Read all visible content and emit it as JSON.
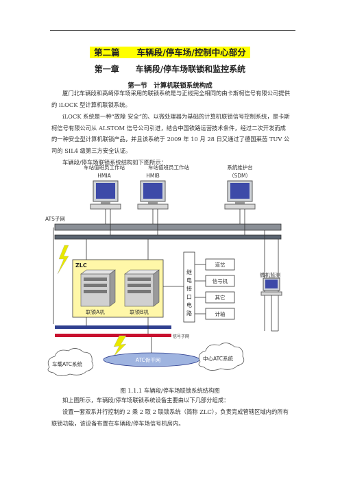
{
  "header": {
    "part_title": "第二篇　　车辆段/停车场/控制中心部分",
    "chapter_title": "第一章　　车辆段/停车场联锁和监控系统",
    "section_title": "第一节　计算机联锁系统构成"
  },
  "paragraphs": {
    "p1": "厦门北车辆段和高崎停车场采用的联锁系统是与正线完全相同的由卡斯柯信号有限公司提供的 iLOCK 型计算机联锁系统。",
    "p2": "iLOCK 系统是一种“故障 安全”的、以微处理器为基础的计算机联锁信号控制系统，是卡斯柯信号有限公司从 ALSTOM 信号公司引进，结合中国铁路运营技术条件，经过二次开发而成的一种安全型计算机联锁产品，并且该系统于 2009 年 10 月 28 日又通过了德国莱茵 TUV 公司的 SIL4 级第三方安全认证。",
    "p3": "车辆段/停车场联锁系统结构如下图所示：",
    "p4": "如上图所示，车辆段/停车场联锁系统设备主要由以下几部分组成：",
    "p5": "设置一套双系并行控制的 2 乘 2 取 2 联锁系统（简称 ZLC），负责完成管辖区域内的所有联锁功能，该设备布置在车辆段/停车场信号机房内。"
  },
  "diagram": {
    "ws_a_title": "车站值班员工作站",
    "ws_a_name": "HMIA",
    "ws_b_title": "车站值班员工作站",
    "ws_b_name": "HMIB",
    "ws_c_title": "系统维护台",
    "ws_c_name": "（SDM）",
    "ats_net": "ATS子网",
    "zlc": "ZLC",
    "cpu_a": "联锁A机",
    "cpu_b": "联锁B机",
    "relay_interface": "继电接口电路",
    "io_items": [
      "道岔",
      "信号机",
      "其它",
      "计轴"
    ],
    "monitor": "微机监测",
    "signal_net": "信号子网",
    "atc_net": "ATC骨干网",
    "onboard_atc": "车载ATC系统",
    "center_atc": "中心ATC系统",
    "colors": {
      "zlc_fill": "#fff7a8",
      "net_blue": "#2f3f8f",
      "net_red": "#c8102e",
      "lightning": "#e8e800"
    }
  },
  "caption": "图 1.1.1 车辆段/停车场联锁系统结构图"
}
